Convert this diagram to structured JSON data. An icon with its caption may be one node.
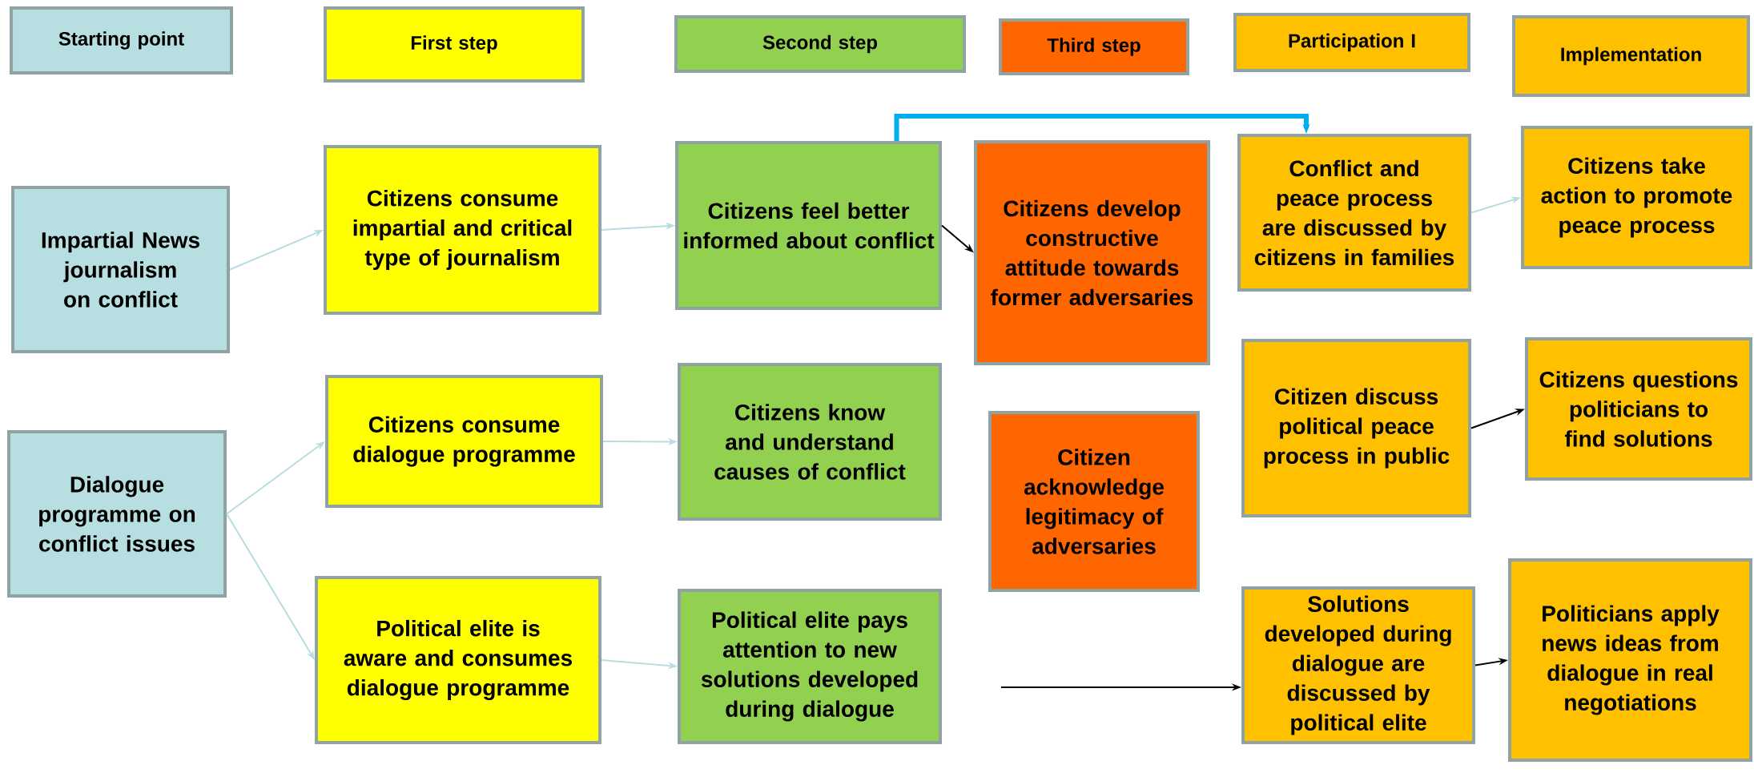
{
  "diagram": {
    "nodes": [
      {
        "text": [
          "Starting point"
        ]
      },
      {
        "text": [
          "First step"
        ]
      },
      {
        "text": [
          "Second step"
        ]
      },
      {
        "text": [
          "Third  step"
        ]
      },
      {
        "text": [
          "Participation I"
        ]
      },
      {
        "text": [
          "Implementation"
        ]
      },
      {
        "text": [
          "Impartial News journalism on conflict"
        ]
      },
      {
        "text": [
          "Dialogue programme on conflict issues"
        ]
      },
      {
        "text": [
          "Citizens consume impartial and critical type of journalism"
        ]
      },
      {
        "text": [
          "Citizens consume dialogue programme"
        ]
      },
      {
        "text": [
          "Political elite is aware and consumes dialogue programme"
        ]
      },
      {
        "text": [
          "Citizens feel better informed about conflict"
        ]
      },
      {
        "text": [
          "Citizens know and understand causes of conflict"
        ]
      },
      {
        "text": [
          "Political elite pays attention to new solutions developed during dialogue"
        ]
      },
      {
        "text": [
          "Citizens develop constructive attitude towards former adversaries"
        ]
      },
      {
        "text": [
          "Citizen acknowledge legitimacy of adversaries"
        ]
      },
      {
        "text": [
          "Conflict and peace process are discussed by citizens in families"
        ]
      },
      {
        "text": [
          "Citizen discuss political peace process in public"
        ]
      },
      {
        "text": [
          "Solutions developed during dialogue are discussed by political elite"
        ]
      },
      {
        "text": [
          "Citizens take action to promote peace process"
        ]
      },
      {
        "text": [
          "Citizens questions politicians to find solutions"
        ]
      },
      {
        "text": [
          "Politicians apply news ideas from dialogue in real negotiations"
        ]
      }
    ],
    "edges": [
      {
        "from": 6,
        "to": 8,
        "arrow": "to"
      },
      {
        "from": 7,
        "to": 9,
        "arrow": "to"
      },
      {
        "from": 7,
        "to": 10,
        "arrow": "to"
      },
      {
        "from": 8,
        "to": 11,
        "arrow": "to"
      },
      {
        "from": 9,
        "to": 12,
        "arrow": "to"
      },
      {
        "from": 10,
        "to": 13,
        "arrow": "to"
      },
      {
        "from": 11,
        "to": 14,
        "arrow": "to",
        "color": "#000000"
      },
      {
        "from": 11,
        "to": 16,
        "arrow": "to",
        "color": "#00aeef",
        "style": "thick"
      },
      {
        "from": 16,
        "to": 19,
        "arrow": "to"
      },
      {
        "from": 17,
        "to": 20,
        "arrow": "to",
        "color": "#000000"
      },
      {
        "from": null,
        "to": 18,
        "arrow": "to",
        "color": "#000000"
      },
      {
        "from": 18,
        "to": 21,
        "arrow": "to",
        "color": "#000000"
      }
    ]
  }
}
